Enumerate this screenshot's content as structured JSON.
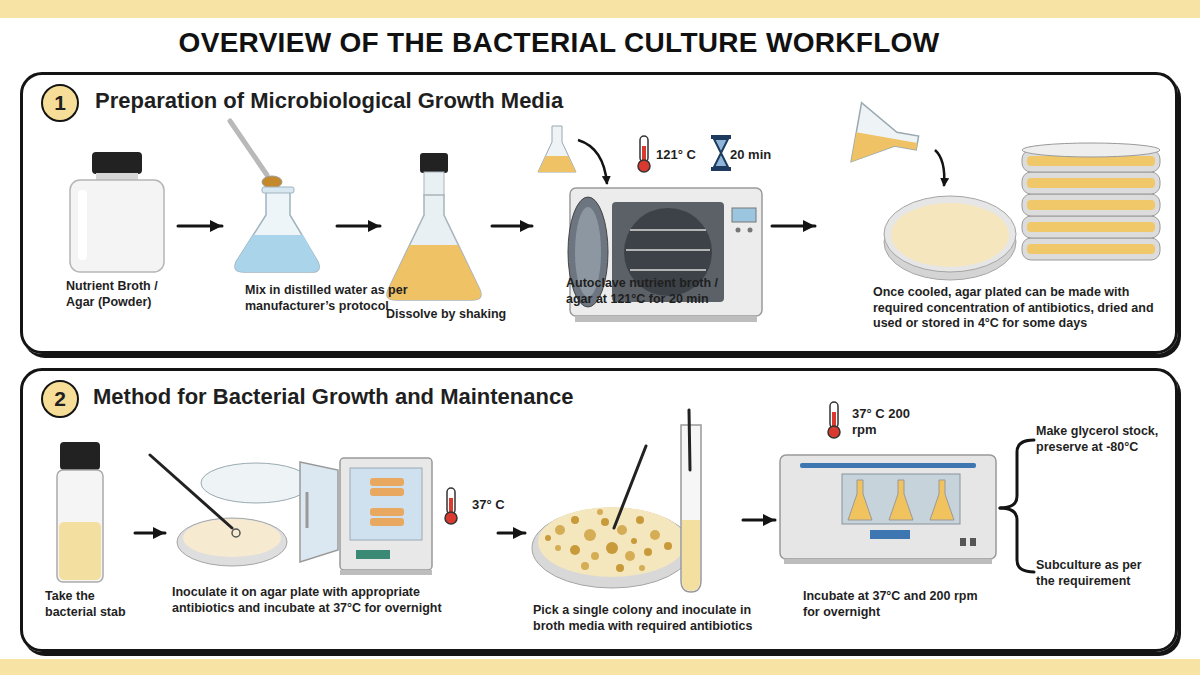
{
  "diagram": {
    "title": "OVERVIEW OF THE BACTERIAL CULTURE WORKFLOW",
    "nodes": [
      {
        "text": [
          "Preparation of Microbiological Growth Media"
        ]
      },
      {
        "text": [
          "1"
        ],
        "in": 0
      },
      {
        "text": [
          "Nutrient Broth / Agar (Powder)"
        ],
        "in": 0
      },
      {
        "text": [
          "Mix in distilled water as per manufacturer’s protocol"
        ],
        "in": 0
      },
      {
        "text": [
          "Dissolve by shaking"
        ],
        "in": 0
      },
      {
        "text": [
          "121° C",
          "20 min",
          "Autoclave nutrient broth / agar at 121°C for 20 min"
        ],
        "in": 0
      },
      {
        "text": [
          "Once cooled, agar plated can be made with required concentration of antibiotics, dried and used or stored in 4°C for some days"
        ],
        "in": 0
      },
      {
        "text": [
          "Method for Bacterial Growth and Maintenance"
        ]
      },
      {
        "text": [
          "2"
        ],
        "in": 7
      },
      {
        "text": [
          "Take the bacterial stab"
        ],
        "in": 7
      },
      {
        "text": [
          "37° C",
          "Inoculate it on agar plate with appropriate antibiotics and incubate at 37°C for overnight"
        ],
        "in": 7
      },
      {
        "text": [
          "Pick a single colony and inoculate in broth media with required antibiotics"
        ],
        "in": 7
      },
      {
        "text": [
          "37° C 200 rpm",
          "Incubate at 37°C and 200 rpm for overnight"
        ],
        "in": 7
      },
      {
        "text": [
          "Make glycerol stock, preserve at -80°C"
        ],
        "in": 7
      },
      {
        "text": [
          "Subculture as per the requirement"
        ],
        "in": 7
      }
    ],
    "edges": [
      {
        "from": 2,
        "to": 3,
        "arrow": "to"
      },
      {
        "from": 3,
        "to": 4,
        "arrow": "to"
      },
      {
        "from": 4,
        "to": 5,
        "arrow": "to"
      },
      {
        "from": 5,
        "to": 6,
        "arrow": "to"
      },
      {
        "from": 9,
        "to": 10,
        "arrow": "to"
      },
      {
        "from": 10,
        "to": 11,
        "arrow": "to"
      },
      {
        "from": 11,
        "to": 12,
        "arrow": "to"
      },
      {
        "from": 12,
        "to": 13,
        "arrow": "none"
      },
      {
        "from": 12,
        "to": 14,
        "arrow": "none"
      }
    ]
  }
}
